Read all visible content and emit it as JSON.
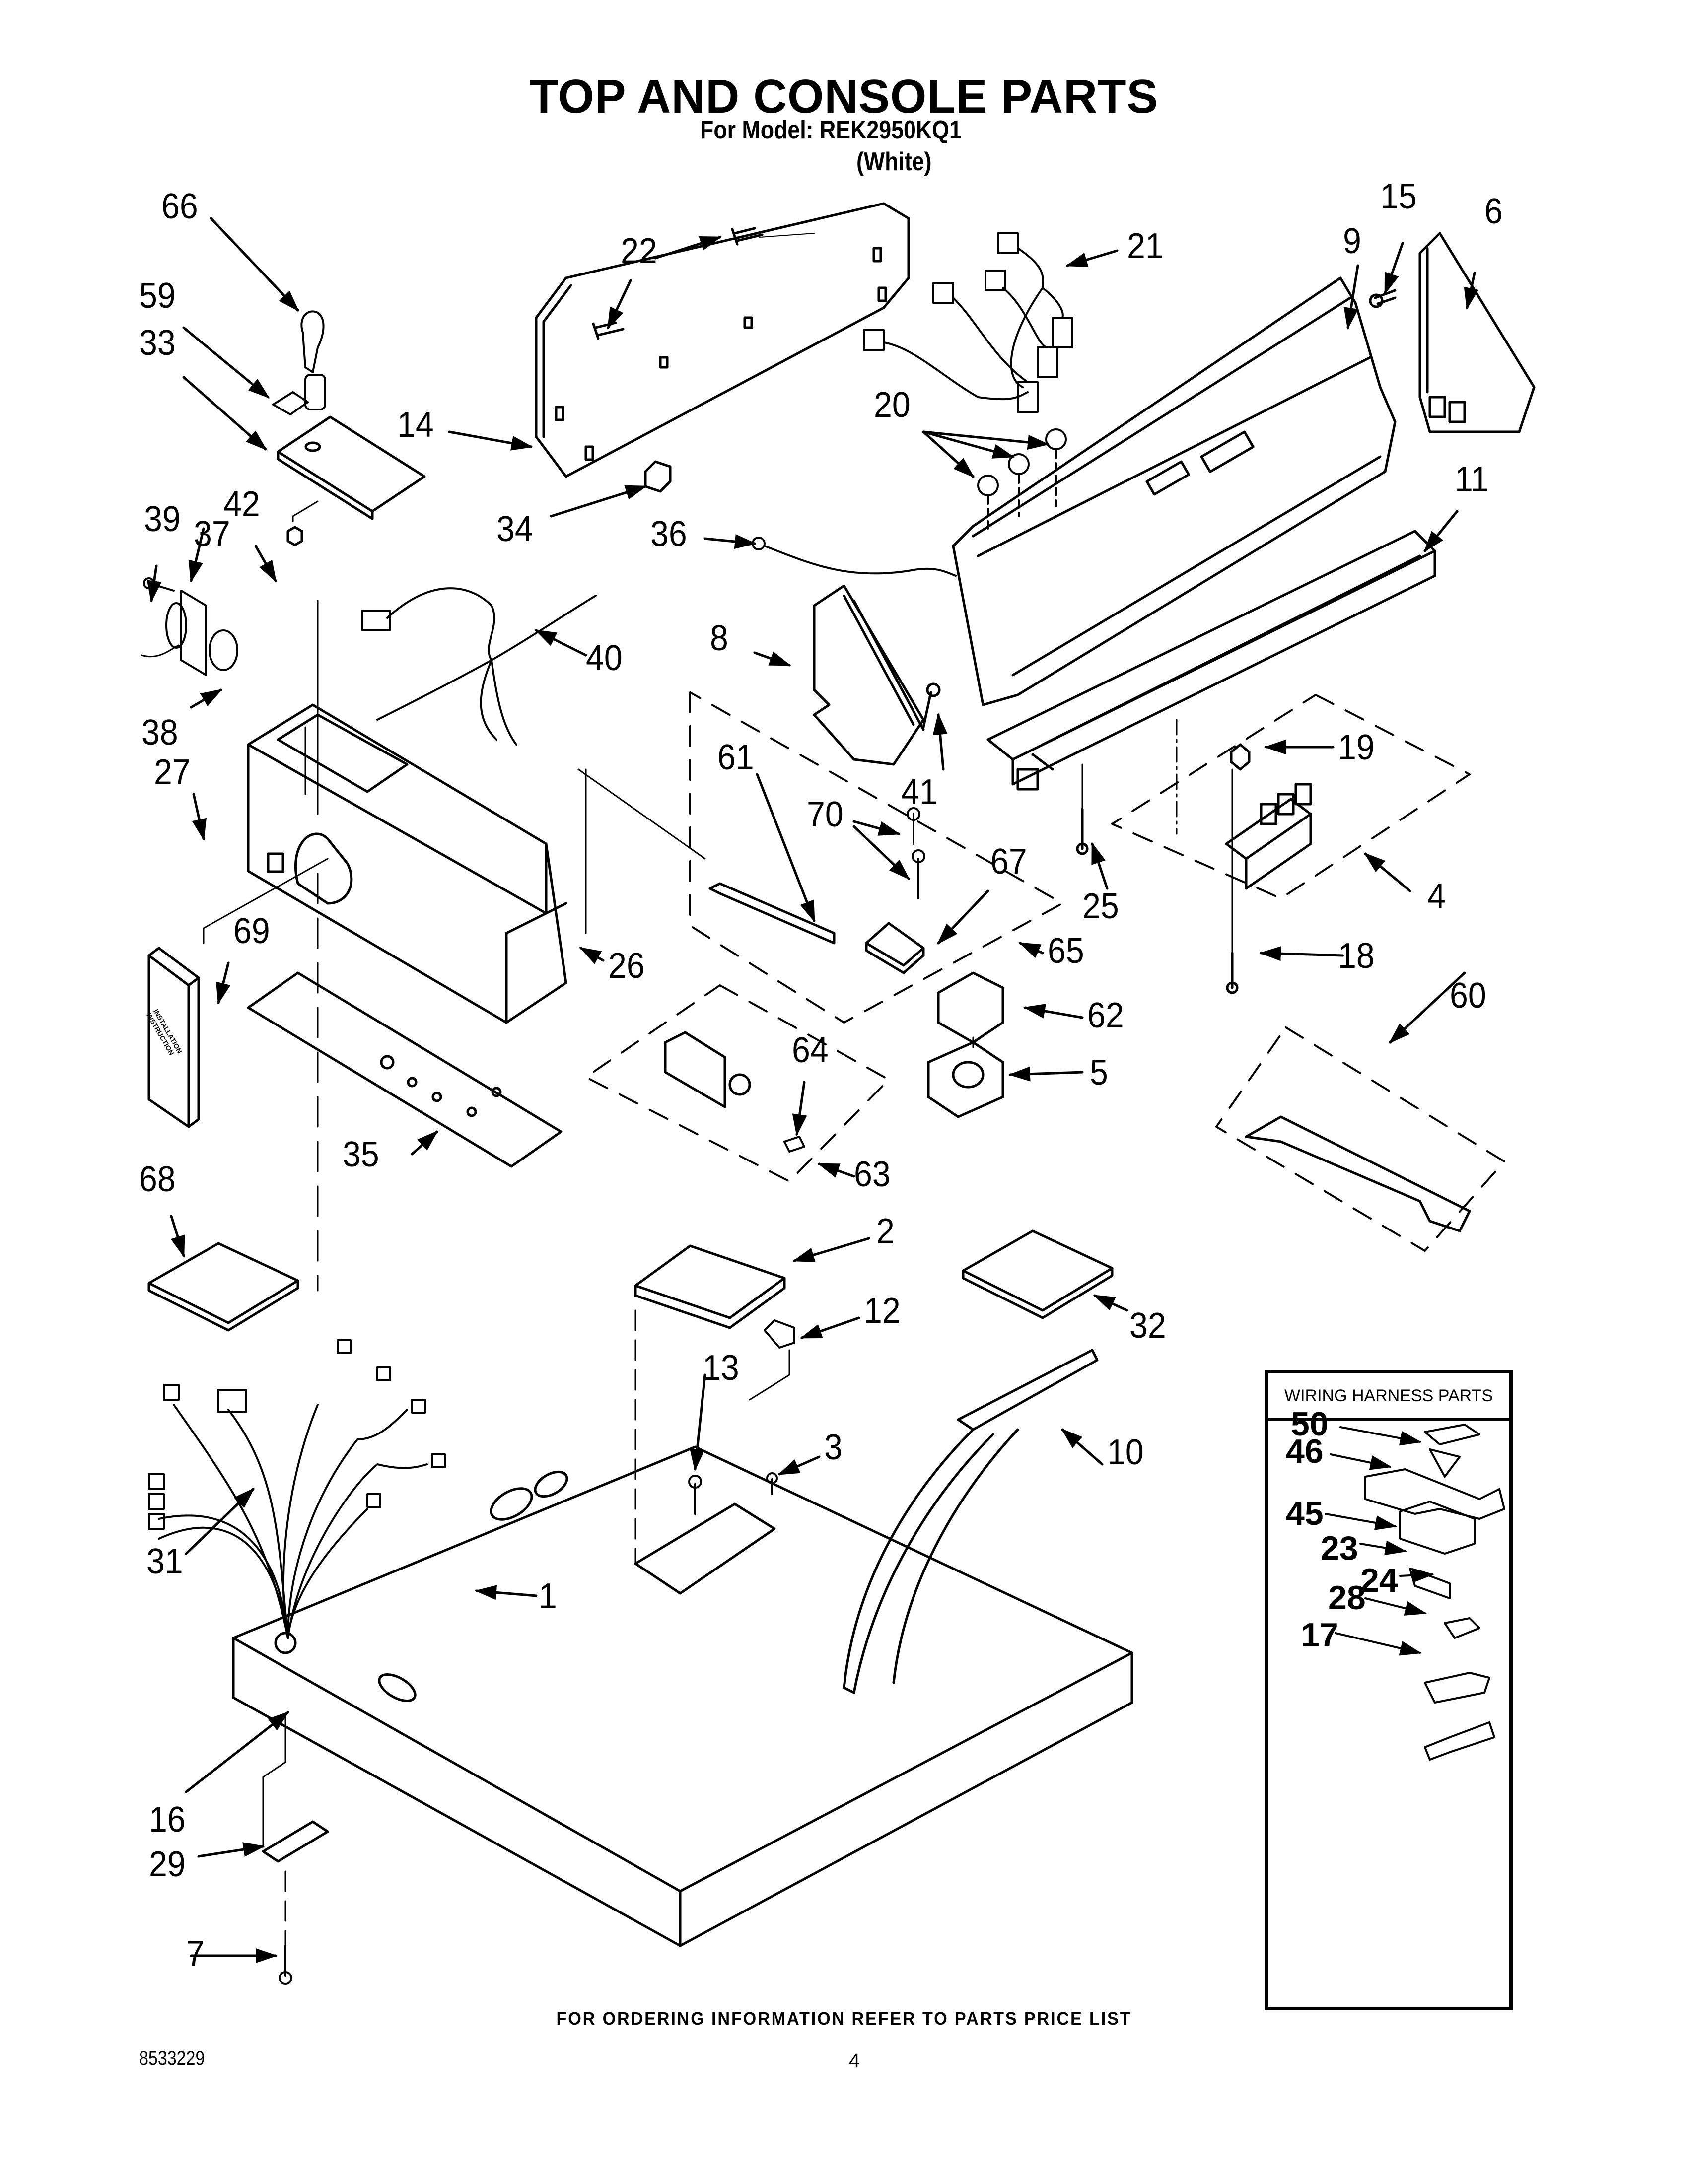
{
  "header": {
    "title": "TOP AND CONSOLE PARTS",
    "model_line": "For Model: REK2950KQ1",
    "color_line": "(White)"
  },
  "callouts": {
    "c66": "66",
    "c59": "59",
    "c33": "33",
    "c22": "22",
    "c14": "14",
    "c34": "34",
    "c21": "21",
    "c20": "20",
    "c36": "36",
    "c9": "9",
    "c15": "15",
    "c6": "6",
    "c11": "11",
    "c39": "39",
    "c37": "37",
    "c42": "42",
    "c40": "40",
    "c38": "38",
    "c27": "27",
    "c8": "8",
    "c41": "41",
    "c61": "61",
    "c70": "70",
    "c67": "67",
    "c65": "65",
    "c25": "25",
    "c19": "19",
    "c4": "4",
    "c18": "18",
    "c26": "26",
    "c69": "69",
    "c35": "35",
    "c64": "64",
    "c63": "63",
    "c62": "62",
    "c5": "5",
    "c60": "60",
    "c68": "68",
    "c2": "2",
    "c32": "32",
    "c12": "12",
    "c13": "13",
    "c3": "3",
    "c10": "10",
    "c31": "31",
    "c1": "1",
    "c16": "16",
    "c29": "29",
    "c7": "7"
  },
  "manual": {
    "line1": "INSTALLATION",
    "line2": "INSTRUCTION"
  },
  "wiring_harness": {
    "title": "WIRING HARNESS PARTS",
    "items": [
      "50",
      "46",
      "45",
      "23",
      "24",
      "28",
      "17"
    ]
  },
  "footer": {
    "note": "FOR ORDERING INFORMATION REFER TO PARTS PRICE LIST",
    "doc_number": "8533229",
    "page_number": "4"
  }
}
